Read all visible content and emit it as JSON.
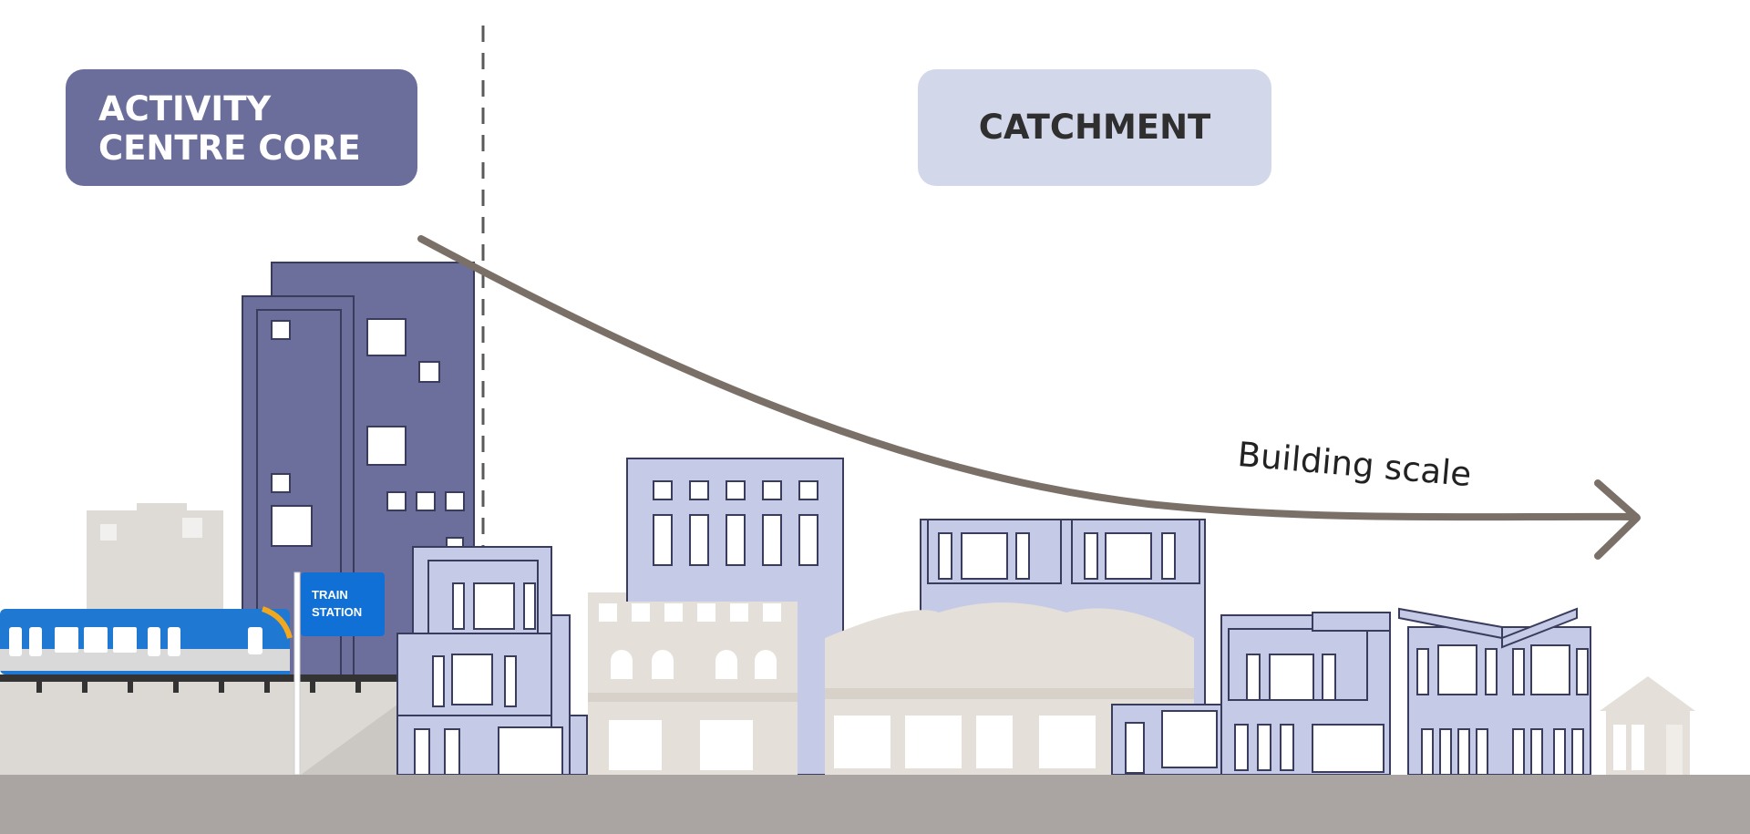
{
  "labels": {
    "core_line1": "ACTIVITY",
    "core_line2": "CENTRE CORE",
    "catchment": "CATCHMENT",
    "building_scale": "Building scale",
    "station_line1": "TRAIN",
    "station_line2": "STATION"
  },
  "colors": {
    "core_pill": "#6b6e9b",
    "catchment_pill": "#d3d7ea",
    "tower": "#6c6f9c",
    "mid_building": "#c5cae6",
    "beige_building": "#e4dfd9",
    "ground": "#aaa5a2",
    "arrow": "#7a7068",
    "train_blue": "#1f78d1",
    "train_accent": "#f1a81e",
    "station_sign": "#1170d6"
  },
  "icons": [
    "train-icon",
    "train-station-sign-icon",
    "building-scale-arrow-icon"
  ]
}
